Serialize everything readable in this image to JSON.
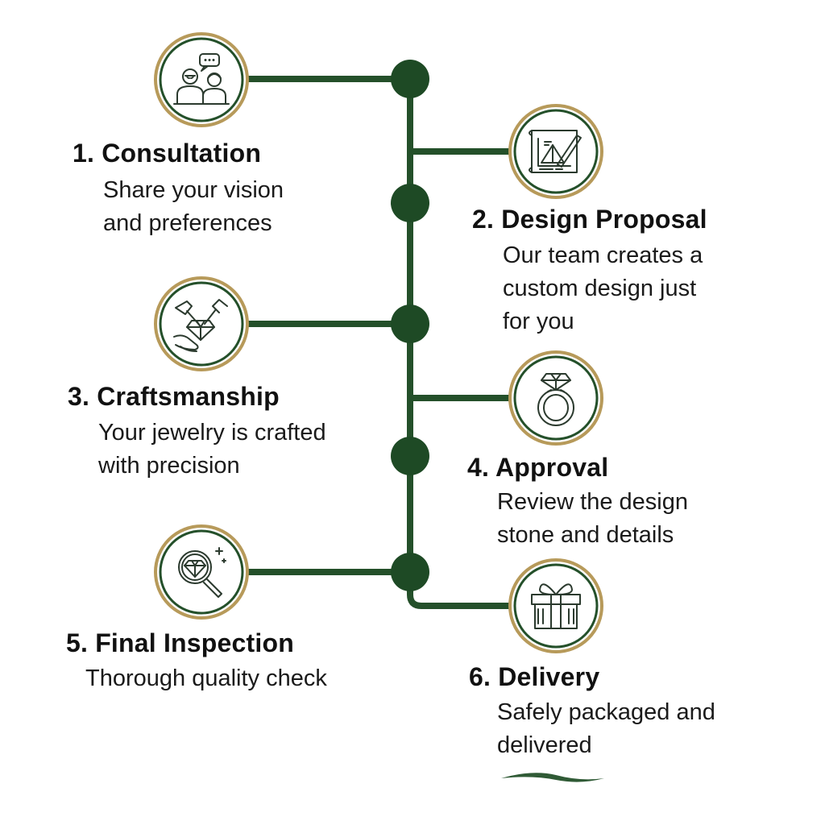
{
  "colors": {
    "line": "#24502a",
    "node": "#1e4a25",
    "ring_outer": "#b79a5a",
    "ring_inner": "#24502a",
    "icon_stroke": "#2b3a2e",
    "icon_accent": "#3f6b44"
  },
  "steps": [
    {
      "number": "1.",
      "title": "Consultation",
      "desc": [
        "Share your vision",
        "and preferences"
      ],
      "icon": "people-chat-icon"
    },
    {
      "number": "2.",
      "title": "Design Proposal",
      "desc": [
        "Our team creates a",
        "custom design just",
        "for you"
      ],
      "icon": "blueprint-icon"
    },
    {
      "number": "3.",
      "title": "Craftsmanship",
      "desc": [
        "Your jewelry is crafted",
        "with precision"
      ],
      "icon": "tools-gem-icon"
    },
    {
      "number": "4.",
      "title": "Approval",
      "desc": [
        "Review the design",
        "stone and details"
      ],
      "icon": "ring-icon"
    },
    {
      "number": "5.",
      "title": "Final Inspection",
      "desc": [
        "Thorough quality check"
      ],
      "icon": "magnifier-gem-icon"
    },
    {
      "number": "6.",
      "title": "Delivery",
      "desc": [
        "Safely packaged and",
        "delivered"
      ],
      "icon": "gift-box-icon"
    }
  ]
}
